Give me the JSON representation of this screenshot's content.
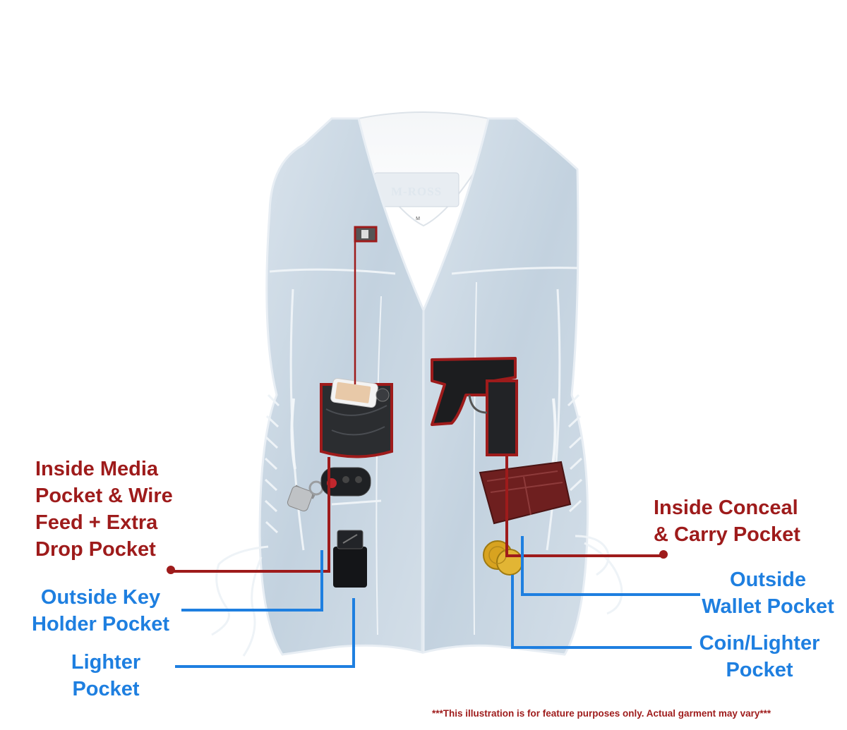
{
  "image": {
    "brand_label": "M-ROSS",
    "size_label": "M"
  },
  "callouts": {
    "inside_media": [
      "Inside Media",
      "Pocket & Wire",
      "Feed + Extra",
      "Drop Pocket"
    ],
    "outside_key": [
      "Outside Key",
      "Holder Pocket"
    ],
    "lighter": [
      "Lighter",
      "Pocket"
    ],
    "inside_conceal": [
      "Inside Conceal",
      "& Carry Pocket"
    ],
    "outside_wallet": [
      "Outside",
      "Wallet Pocket"
    ],
    "coin_lighter": [
      "Coin/Lighter",
      "Pocket"
    ]
  },
  "disclaimer": "***This illustration is for feature purposes only.  Actual garment may vary***",
  "colors": {
    "inside_callout": "#9e1b1b",
    "outside_callout": "#1e7fe0",
    "vest": "#cfdbe6"
  }
}
